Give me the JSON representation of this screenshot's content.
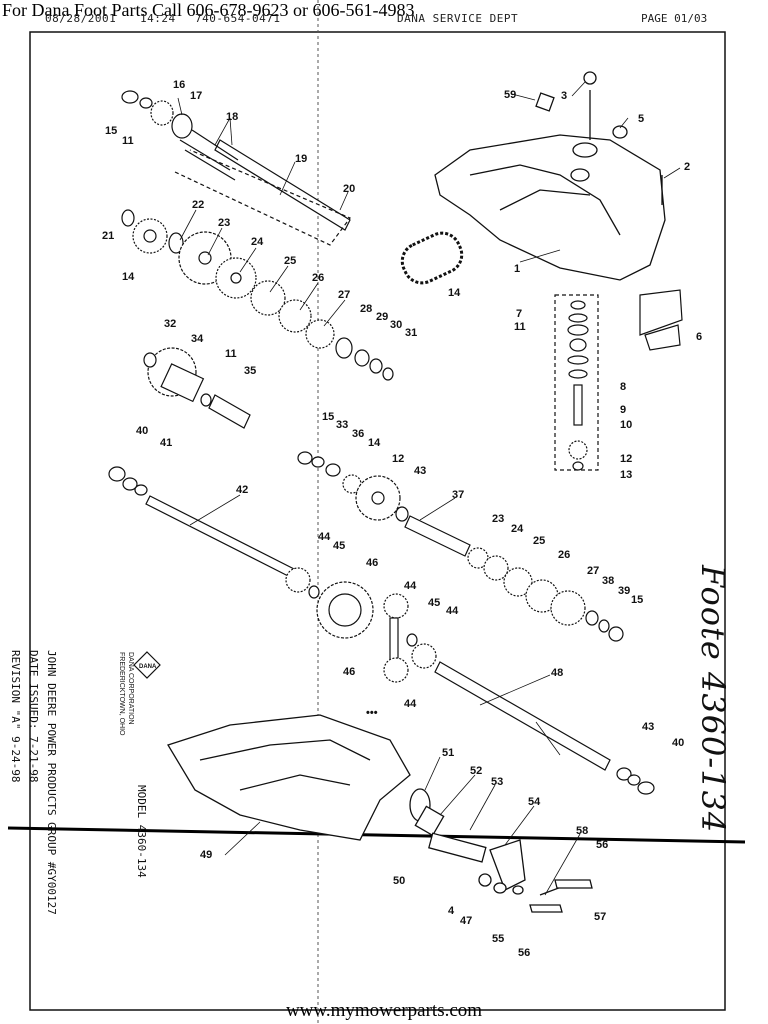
{
  "banner": "For Dana Foot Parts Call 606-678-9623 or 606-561-4983",
  "fax_header": {
    "date": "08/28/2001",
    "time": "14:24",
    "phone": "740-654-0471",
    "dept": "DANA SERVICE DEPT",
    "page": "PAGE  01/03"
  },
  "title_block": {
    "company_line1": "DANA CORPORATION",
    "company_line2": "FREDERICKTOWN, OHIO",
    "line1": "JOHN DEERE POWER PRODUCTS GROUP  #GY00127",
    "line2": "DATE ISSUED: 7-21-98",
    "line3": "REVISION \"A\" 9-24-98",
    "model": "MODEL 4360-134"
  },
  "handwritten_note": "Foote 4360-134",
  "footer_url": "www.mymowerparts.com",
  "part_callouts": [
    "1",
    "2",
    "3",
    "4",
    "5",
    "6",
    "7",
    "8",
    "9",
    "10",
    "11",
    "12",
    "13",
    "14",
    "15",
    "16",
    "17",
    "18",
    "19",
    "20",
    "21",
    "22",
    "23",
    "24",
    "25",
    "26",
    "27",
    "28",
    "29",
    "30",
    "31",
    "32",
    "33",
    "34",
    "35",
    "36",
    "37",
    "38",
    "39",
    "40",
    "41",
    "42",
    "43",
    "44",
    "45",
    "46",
    "47",
    "48",
    "49",
    "50",
    "51",
    "52",
    "53",
    "54",
    "55",
    "56",
    "57",
    "58",
    "59"
  ]
}
